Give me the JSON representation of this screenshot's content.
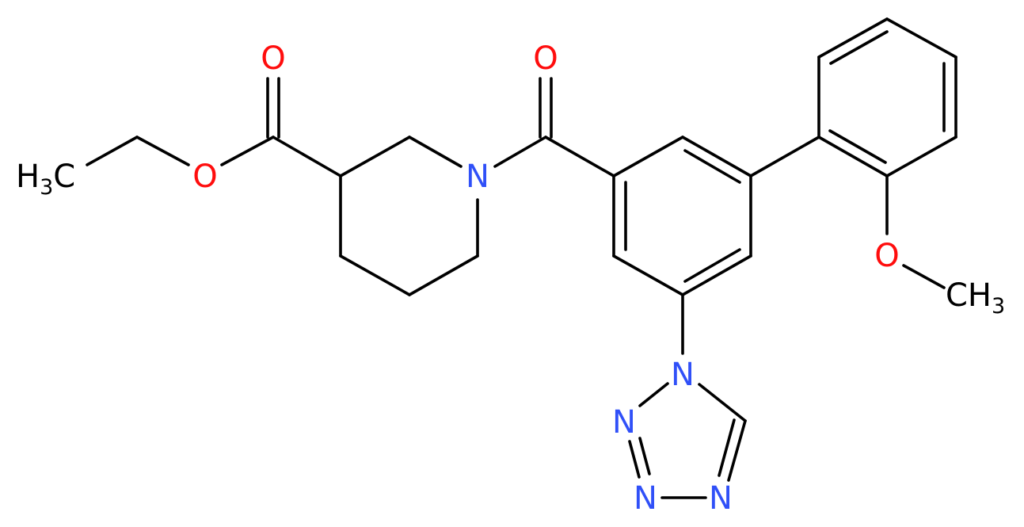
{
  "molecule": {
    "atoms": {
      "o_carbonyl_ester": "O",
      "o_ether_ester": "O",
      "ch3_ethyl": {
        "main": "H",
        "sub": "3",
        "tail": "C"
      },
      "n_piperidine": "N",
      "o_amide": "O",
      "o_methoxy": "O",
      "ch3_methoxy": {
        "main": "CH",
        "sub": "3"
      },
      "n_tetrazole_1": "N",
      "n_tetrazole_2": "N",
      "n_tetrazole_3": "N",
      "n_tetrazole_4": "N"
    },
    "colors": {
      "oxygen": "#ff0d0d",
      "nitrogen": "#3050f8",
      "carbon": "#000000"
    }
  }
}
